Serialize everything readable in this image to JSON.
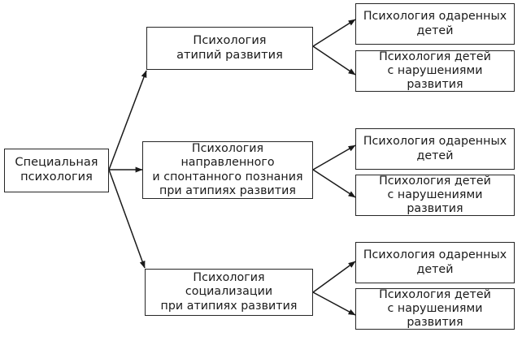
{
  "diagram": {
    "title": "Специальная психология",
    "root": {
      "id": "root",
      "label": "Специальная\nпсихология"
    },
    "branches": [
      {
        "id": "branch-0",
        "label": "Психология\nатипий развития",
        "children": [
          {
            "id": "leaf-0-0",
            "label": "Психология одаренных\nдетей"
          },
          {
            "id": "leaf-0-1",
            "label": "Психология детей\nс нарушениями развития"
          }
        ]
      },
      {
        "id": "branch-1",
        "label": "Психология направленного\nи спонтанного познания\nпри атипиях развития",
        "children": [
          {
            "id": "leaf-1-0",
            "label": "Психология одаренных\nдетей"
          },
          {
            "id": "leaf-1-1",
            "label": "Психология детей\nс нарушениями развития"
          }
        ]
      },
      {
        "id": "branch-2",
        "label": "Психология социализации\nпри атипиях развития",
        "children": [
          {
            "id": "leaf-2-0",
            "label": "Психология одаренных\nдетей"
          },
          {
            "id": "leaf-2-1",
            "label": "Психология детей\nс нарушениями развития"
          }
        ]
      }
    ],
    "style": {
      "box_border_color": "#262626",
      "box_fill_color": "#ffffff",
      "text_color": "#1a1a1a",
      "connector_color": "#1a1a1a",
      "background_color": "#ffffff"
    }
  }
}
